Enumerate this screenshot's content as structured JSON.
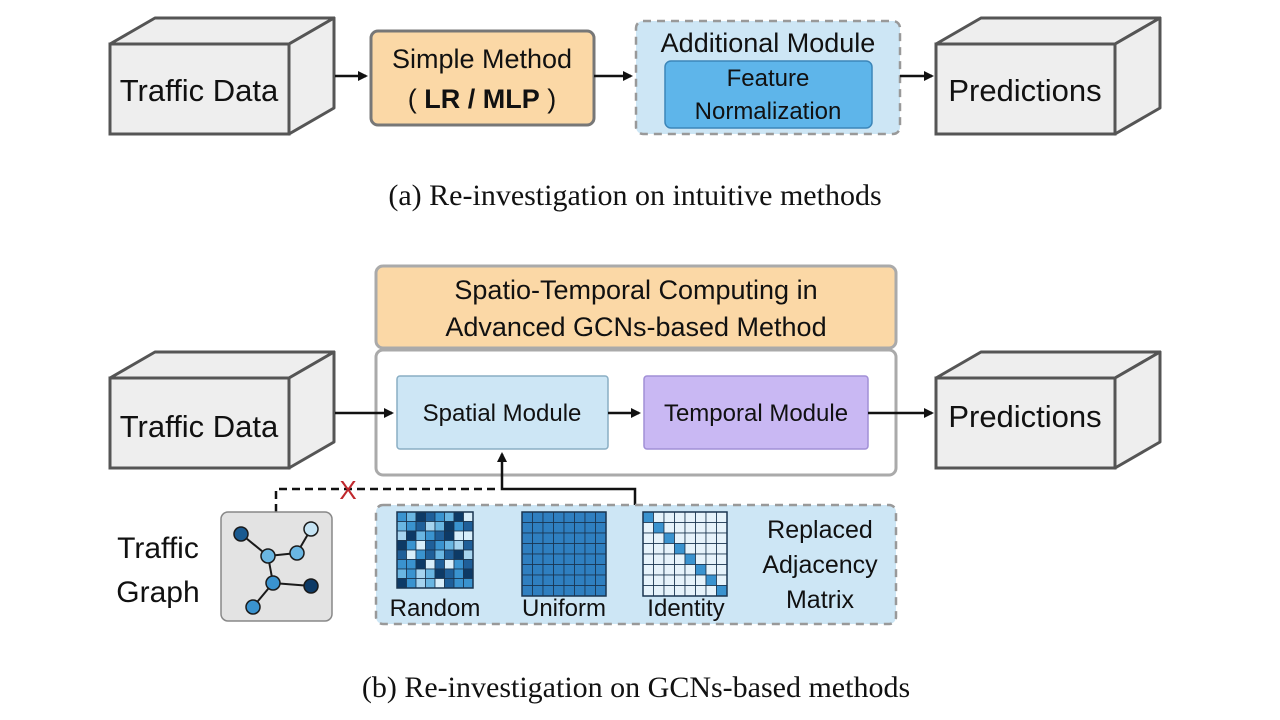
{
  "colors": {
    "cube_face": "#eeeeee",
    "cube_stroke": "#555555",
    "orange_box": "#fbd8a6",
    "light_blue": "#cde6f5",
    "mid_blue": "#5eb5ea",
    "purple": "#c9b8f3",
    "graph_bg": "#e3e3e3",
    "cross": "#c0282d"
  },
  "panel_a": {
    "input_label": "Traffic Data",
    "method_line1": "Simple Method",
    "method_line2_open": "( ",
    "method_line2_bold": "LR / MLP",
    "method_line2_close": " )",
    "additional_title": "Additional Module",
    "feature_line1": "Feature",
    "feature_line2": "Normalization",
    "output_label": "Predictions",
    "caption": "(a) Re-investigation on intuitive methods"
  },
  "panel_b": {
    "input_label": "Traffic Data",
    "st_title_line1": "Spatio-Temporal Computing in",
    "st_title_line2": "Advanced GCNs-based Method",
    "spatial_label": "Spatial Module",
    "temporal_label": "Temporal Module",
    "output_label": "Predictions",
    "graph_label_line1": "Traffic",
    "graph_label_line2": "Graph",
    "cross_mark": "X",
    "matrix_labels": [
      "Random",
      "Uniform",
      "Identity"
    ],
    "replaced_line1": "Replaced",
    "replaced_line2": "Adjacency",
    "replaced_line3": "Matrix",
    "caption": "(b) Re-investigation on GCNs-based methods"
  }
}
